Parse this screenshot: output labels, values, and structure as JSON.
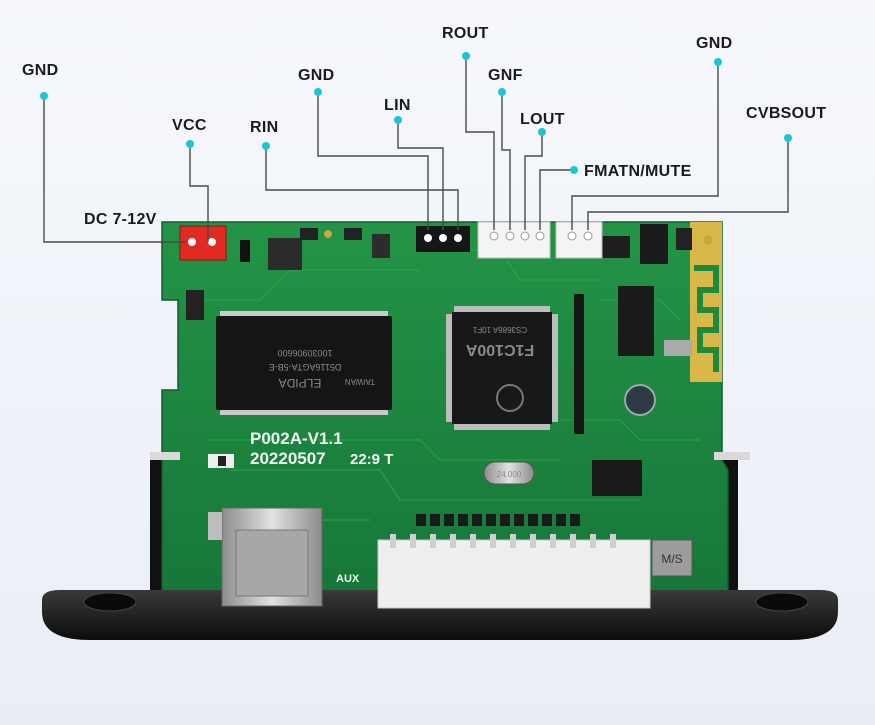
{
  "callout_labels": {
    "gnd_left": "GND",
    "vcc": "VCC",
    "rin": "RIN",
    "gnd_mid": "GND",
    "lin": "LIN",
    "rout": "ROUT",
    "gnf": "GNF",
    "lout": "LOUT",
    "fmatn_mute": "FMATN/MUTE",
    "gnd_right": "GND",
    "cvbsout": "CVBSOUT",
    "dc_input": "DC 7-12V"
  },
  "board_markings": {
    "model": "P002A-V1.1",
    "date": "20220507",
    "code": "22:9  T",
    "aux": "AUX",
    "mode": "M/S",
    "crystal": "24.000",
    "ram_brand": "ELPIDA",
    "ram_origin": "TAIWAN",
    "ram_part": "D5116AGTA-5B-E",
    "ram_lot": "10030906600",
    "mcu_part": "F1C100A",
    "mcu_lot": "CS3686A 10F1"
  },
  "colors": {
    "callout_dot": "#19c6d6",
    "pcb_green": "#1f8a3c",
    "background": "#eef2f8"
  }
}
